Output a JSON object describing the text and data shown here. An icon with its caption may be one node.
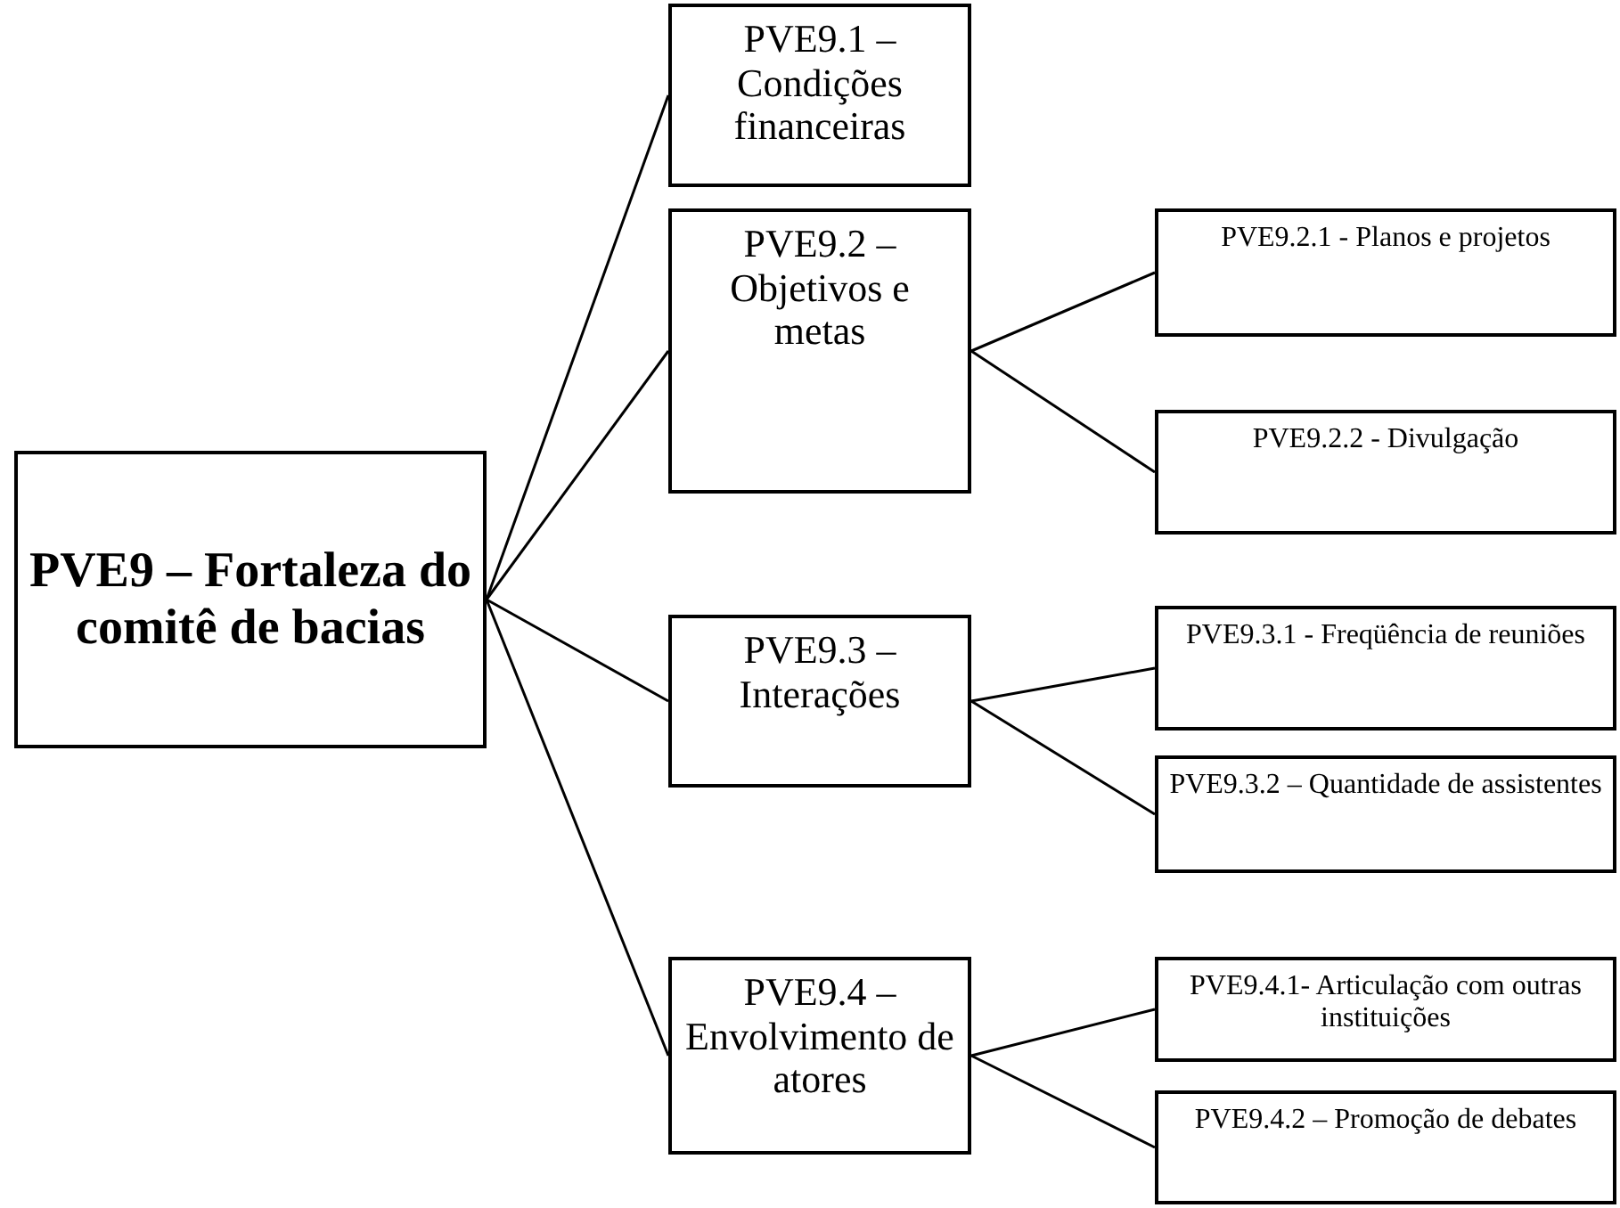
{
  "diagram": {
    "nodes": [
      {
        "text": [
          "PVE9 – Fortaleza do comitê de bacias"
        ]
      },
      {
        "text": [
          "PVE9.1 – Condições financeiras"
        ]
      },
      {
        "text": [
          "PVE9.2 – Objetivos e metas"
        ]
      },
      {
        "text": [
          "PVE9.2.1 - Planos e projetos"
        ]
      },
      {
        "text": [
          "PVE9.2.2 - Divulgação"
        ]
      },
      {
        "text": [
          "PVE9.3 – Interações"
        ]
      },
      {
        "text": [
          "PVE9.3.1 - Freqüência de reuniões"
        ]
      },
      {
        "text": [
          "PVE9.3.2 – Quantidade de assistentes"
        ]
      },
      {
        "text": [
          "PVE9.4 – Envolvimento de atores"
        ]
      },
      {
        "text": [
          "PVE9.4.1- Articulação com outras instituições"
        ]
      },
      {
        "text": [
          "PVE9.4.2 – Promoção de debates"
        ]
      }
    ],
    "edges": [
      {
        "from": 0,
        "to": 1,
        "arrow": "none"
      },
      {
        "from": 0,
        "to": 2,
        "arrow": "none"
      },
      {
        "from": 0,
        "to": 5,
        "arrow": "none"
      },
      {
        "from": 0,
        "to": 8,
        "arrow": "none"
      },
      {
        "from": 2,
        "to": 3,
        "arrow": "none"
      },
      {
        "from": 2,
        "to": 4,
        "arrow": "none"
      },
      {
        "from": 5,
        "to": 6,
        "arrow": "none"
      },
      {
        "from": 5,
        "to": 7,
        "arrow": "none"
      },
      {
        "from": 8,
        "to": 9,
        "arrow": "none"
      },
      {
        "from": 8,
        "to": 10,
        "arrow": "none"
      }
    ]
  }
}
